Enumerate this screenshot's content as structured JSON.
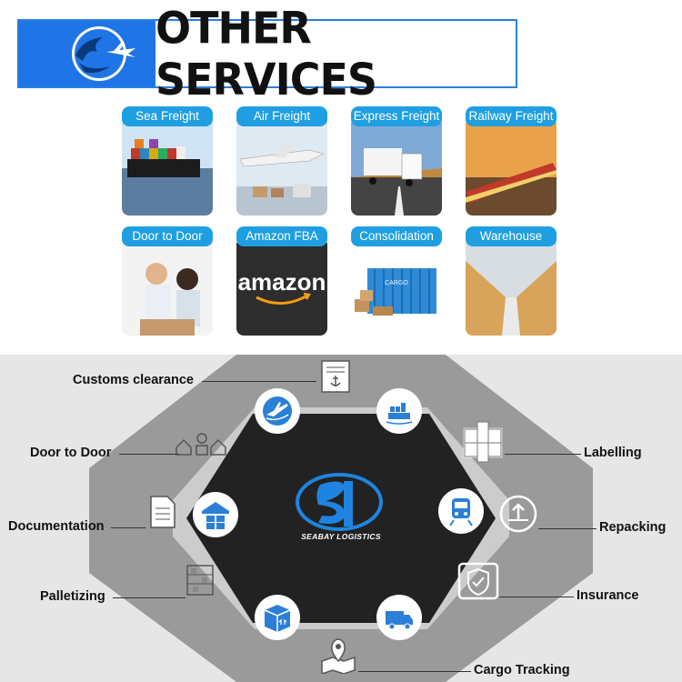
{
  "header": {
    "title": "OTHER SERVICES"
  },
  "services_top": [
    {
      "label": "Sea Freight"
    },
    {
      "label": "Air Freight"
    },
    {
      "label": "Express Freight"
    },
    {
      "label": "Railway Freight"
    }
  ],
  "services_bottom": [
    {
      "label": "Door to Door"
    },
    {
      "label": "Amazon FBA",
      "image_text": "amazon"
    },
    {
      "label": "Consolidation",
      "image_text": "CARGO"
    },
    {
      "label": "Warehouse"
    }
  ],
  "wheel": {
    "brand": "SEABAY LOGISTICS",
    "left_labels": [
      "Customs clearance",
      "Door to Door",
      "Documentation",
      "Palletizing"
    ],
    "right_labels": [
      "Labelling",
      "Repacking",
      "Insurance",
      "Cargo Tracking"
    ]
  },
  "colors": {
    "accent": "#1f74e6",
    "tag": "#1f9fe2",
    "icon": "#2b7fd6"
  }
}
